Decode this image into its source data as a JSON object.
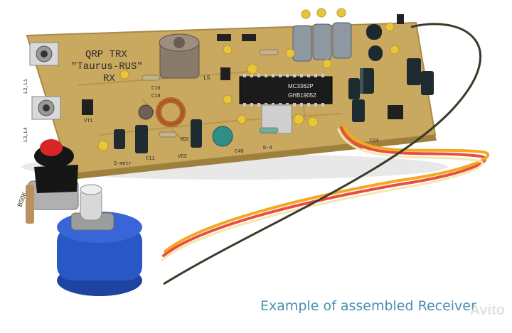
{
  "photo": {
    "caption": "Example of assembled Receiver",
    "board_title_line1": "QRP TRX",
    "board_title_line2": "\"Taurus-RUS\"",
    "board_title_line3": "RX",
    "chip_label_line1": "MC3362P",
    "chip_label_line2": "GHB19052",
    "pot_label": "B50K",
    "watermark": "Avito",
    "silk_labels": [
      "L2,L1",
      "L3,L4",
      "L5",
      "C16",
      "C18",
      "VT1",
      "VD2",
      "VD3",
      "C40",
      "D-4",
      "C11",
      "S-metr",
      "C24"
    ]
  }
}
